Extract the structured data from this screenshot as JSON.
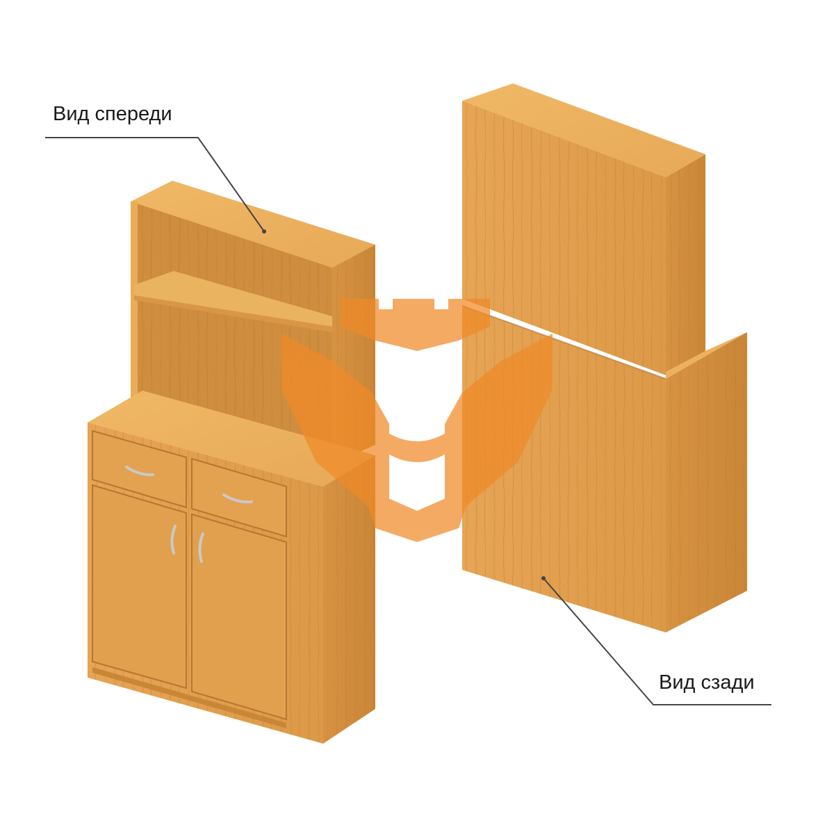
{
  "labels": {
    "front_view": "Вид спереди",
    "back_view": "Вид сзади"
  },
  "colors": {
    "wood_light": "#e8a850",
    "wood_mid": "#d99a45",
    "wood_dark": "#c6853a",
    "watermark": "#f08a28",
    "callout_line": "#444444"
  },
  "icons": {
    "watermark": "brand-logo-watermark"
  }
}
